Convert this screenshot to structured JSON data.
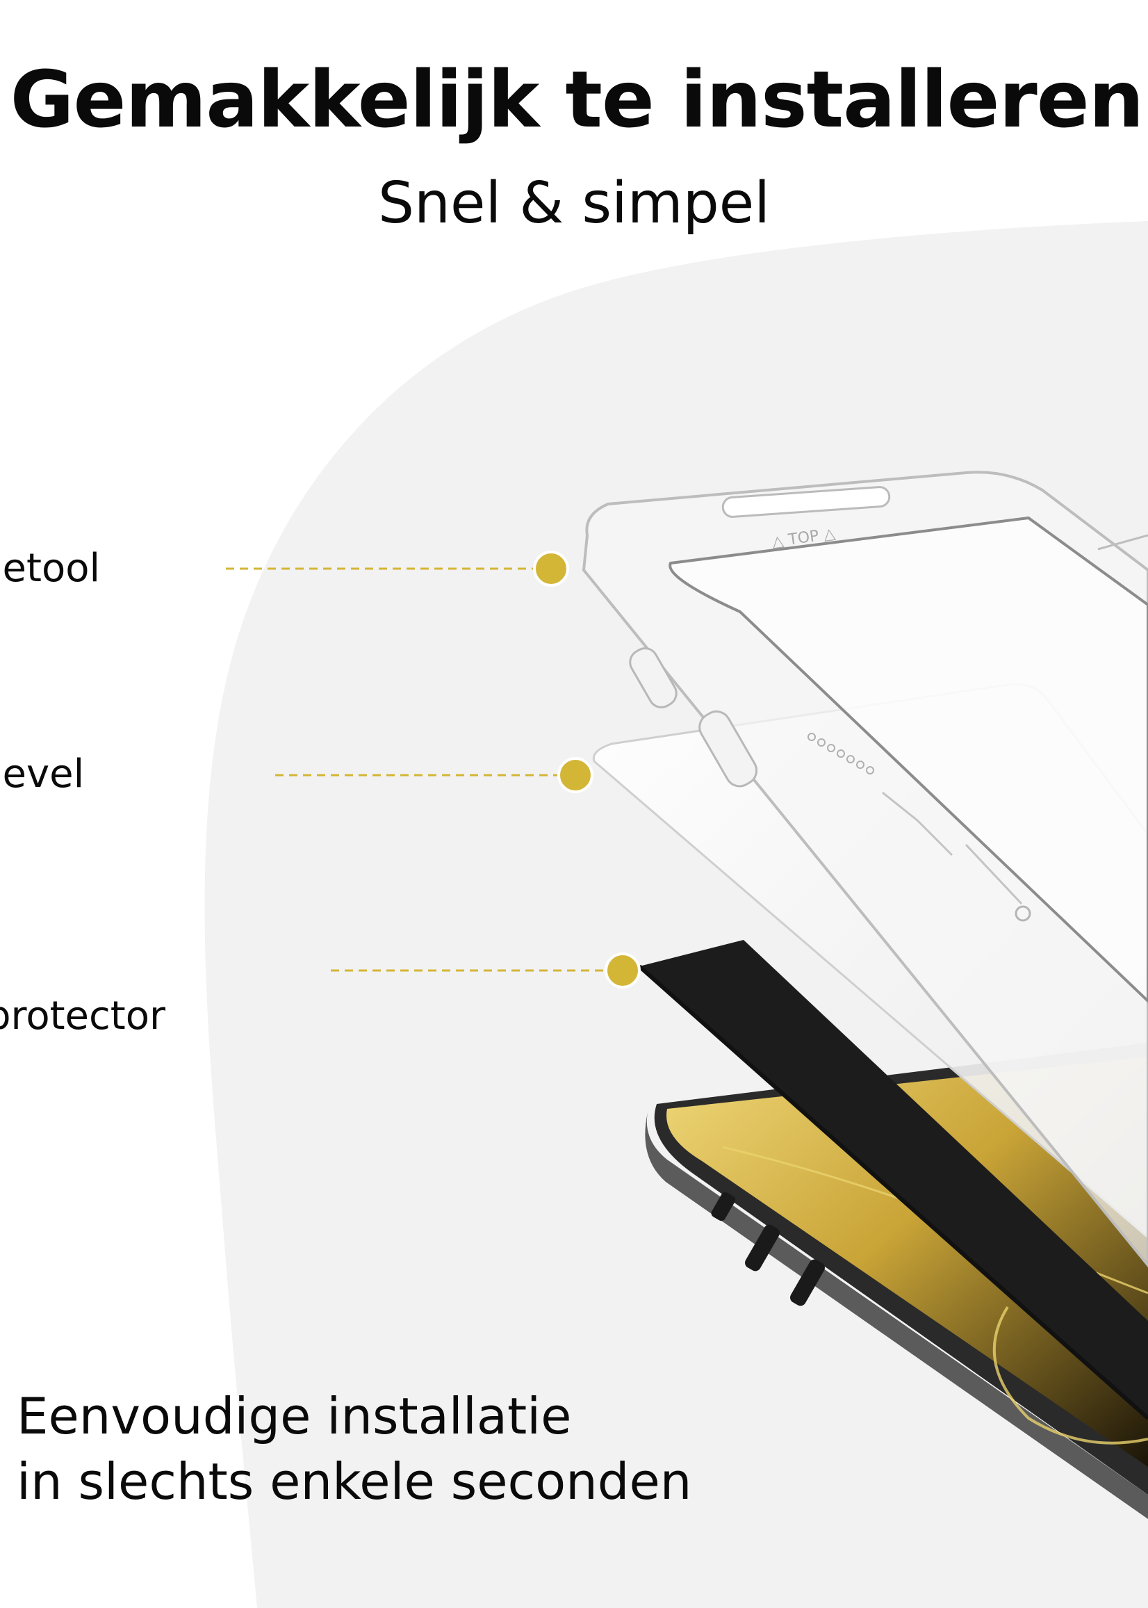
{
  "header": {
    "title": "Gemakkelijk te installeren",
    "subtitle": "Snel & simpel"
  },
  "callouts": [
    {
      "label": "ietool"
    },
    {
      "label": "ievel"
    },
    {
      "label": "protector"
    }
  ],
  "footer": {
    "line1": "Eenvoudige installatie",
    "line2": "in slechts enkele seconden"
  },
  "frame_markings": {
    "top_mark": "△ TOP △"
  },
  "colors": {
    "accent": "#d4b637",
    "background_blob": "#f2f2f2",
    "text": "#0a0a0a",
    "phone_screen_gold": "#e0c35a"
  }
}
